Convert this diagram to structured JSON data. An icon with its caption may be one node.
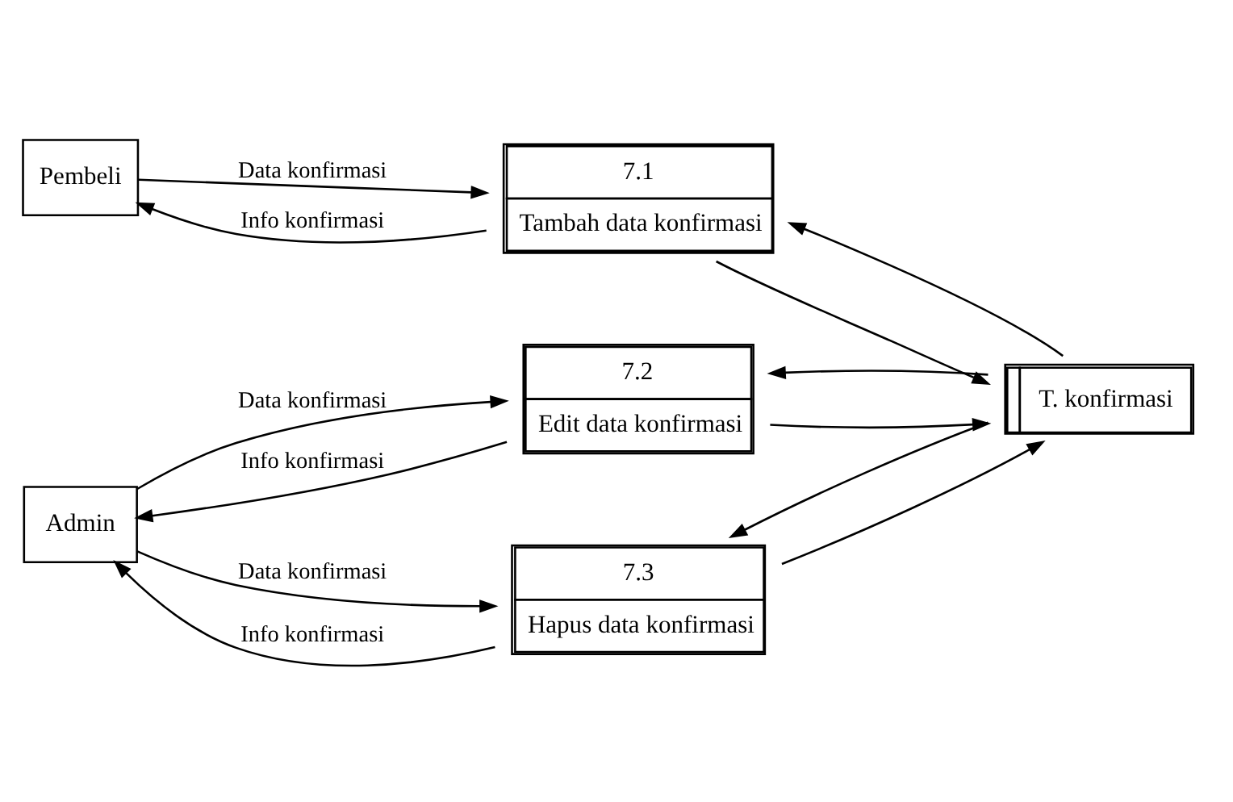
{
  "diagram": {
    "nodes": [
      {
        "text": [
          "Pembeli"
        ]
      },
      {
        "text": [
          "7.1",
          "Tambah data konfirmasi"
        ]
      },
      {
        "text": [
          "7.2",
          "Edit data konfirmasi"
        ]
      },
      {
        "text": [
          "T. konfirmasi"
        ]
      },
      {
        "text": [
          "Admin"
        ]
      },
      {
        "text": [
          "7.3",
          "Hapus data konfirmasi"
        ]
      }
    ],
    "edges": [
      {
        "from": 0,
        "to": 1,
        "arrow": "to",
        "label": "Data konfirmasi"
      },
      {
        "from": 1,
        "to": 0,
        "arrow": "to",
        "label": "Info konfirmasi"
      },
      {
        "from": 1,
        "to": 3,
        "arrow": "to"
      },
      {
        "from": 3,
        "to": 1,
        "arrow": "to"
      },
      {
        "from": 4,
        "to": 2,
        "arrow": "to",
        "label": "Data konfirmasi"
      },
      {
        "from": 2,
        "to": 4,
        "arrow": "to",
        "label": "Info konfirmasi"
      },
      {
        "from": 2,
        "to": 3,
        "arrow": "to"
      },
      {
        "from": 3,
        "to": 2,
        "arrow": "to"
      },
      {
        "from": 4,
        "to": 5,
        "arrow": "to",
        "label": "Data konfirmasi"
      },
      {
        "from": 5,
        "to": 4,
        "arrow": "to",
        "label": "Info konfirmasi"
      },
      {
        "from": 5,
        "to": 3,
        "arrow": "to"
      },
      {
        "from": 3,
        "to": 5,
        "arrow": "to"
      }
    ]
  }
}
